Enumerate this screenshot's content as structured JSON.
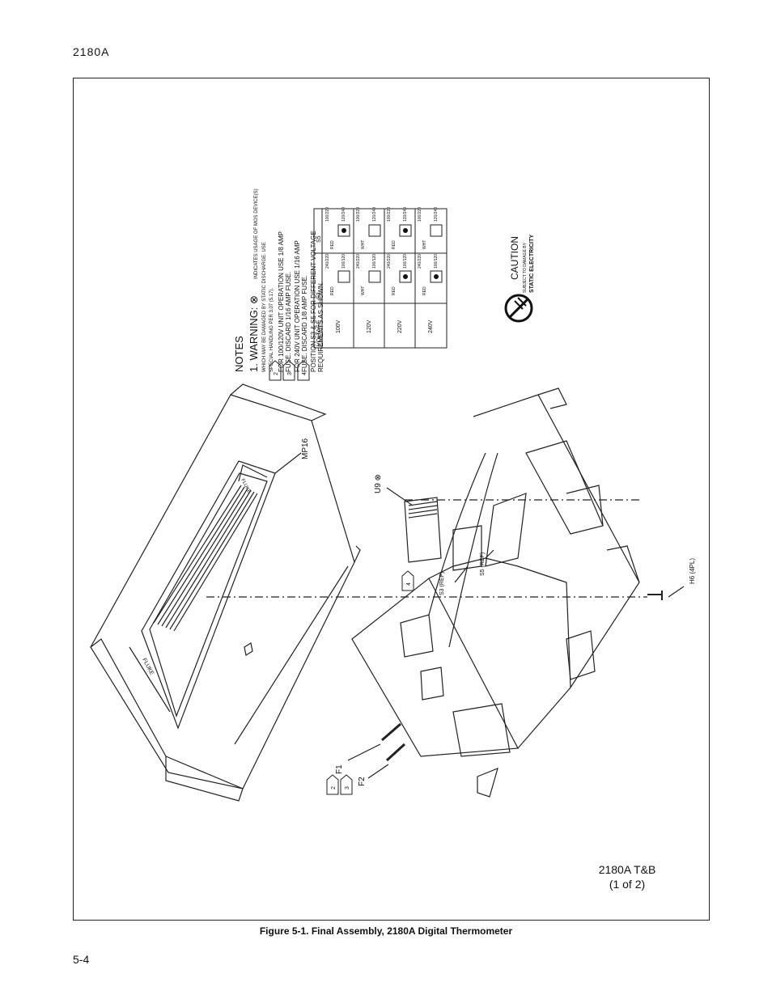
{
  "header": {
    "doc_id": "2180A"
  },
  "notes": {
    "title": "NOTES",
    "warning_title": "1. WARNING: ⊗",
    "warning_line1": "INDICATES USAGE OF MOS DEVICE(S)",
    "warning_line2": "WHICH MAY BE DAMAGED BY STATIC DISCHARGE. USE",
    "warning_line3": "SPECIAL HANDLING PER 3.07 (5.17).",
    "note2": "FOR 100/120V UNIT OPERATION USE 1/8 AMP",
    "note2b": "FUSE. DISCARD 1/16 AMP FUSE.",
    "note3": "FOR 240V UNIT OPERATION USE 1/16 AMP",
    "note3b": "FUSE. DISCARD 1/8 AMP FUSE.",
    "note4": "POSITION S3 & S5 FOR DIFFERENT VOLTAGE",
    "note4b": "REQUIREMENTS AS SHOWN."
  },
  "voltage_table": {
    "headers": [
      "VOLTAGE",
      "S3",
      "S5"
    ],
    "rows": [
      {
        "voltage": "100V",
        "s3_upper": "240/220",
        "s3_lower": "100/120",
        "s3_wire": "RED",
        "s5_wire": "RED",
        "s5_upper": "100/220",
        "s5_lower": "120/240"
      },
      {
        "voltage": "120V",
        "s3_upper": "240/220",
        "s3_lower": "100/120",
        "s3_wire": "WHT",
        "s5_wire": "WHT",
        "s5_upper": "100/220",
        "s5_lower": "120/240"
      },
      {
        "voltage": "220V",
        "s3_upper": "240/220",
        "s3_lower": "100/120",
        "s3_wire": "RED",
        "s5_wire": "RED",
        "s5_upper": "100/220",
        "s5_lower": "120/240"
      },
      {
        "voltage": "240V",
        "s3_upper": "240/220",
        "s3_lower": "100/120",
        "s3_wire": "RED",
        "s5_wire": "WHT",
        "s5_upper": "100/220",
        "s5_lower": "120/240"
      }
    ]
  },
  "caution": {
    "title": "CAUTION",
    "line1": "SUBJECT TO DAMAGE BY",
    "line2": "STATIC ELECTRICITY"
  },
  "callouts": {
    "mp16": "MP16",
    "u9": "U9 ⊗",
    "s3": "S3 (REF)",
    "s5": "S5 (REF)",
    "h6": "H6 (4PL)",
    "f1": "F1",
    "f2": "F2",
    "flag2": "2",
    "flag3": "3",
    "flag4": "4",
    "brand": "FLUKE"
  },
  "title_block": {
    "line1": "2180A T&B",
    "line2": "(1 of 2)"
  },
  "caption": "Figure 5-1. Final Assembly, 2180A Digital Thermometer",
  "page_number": "5-4"
}
